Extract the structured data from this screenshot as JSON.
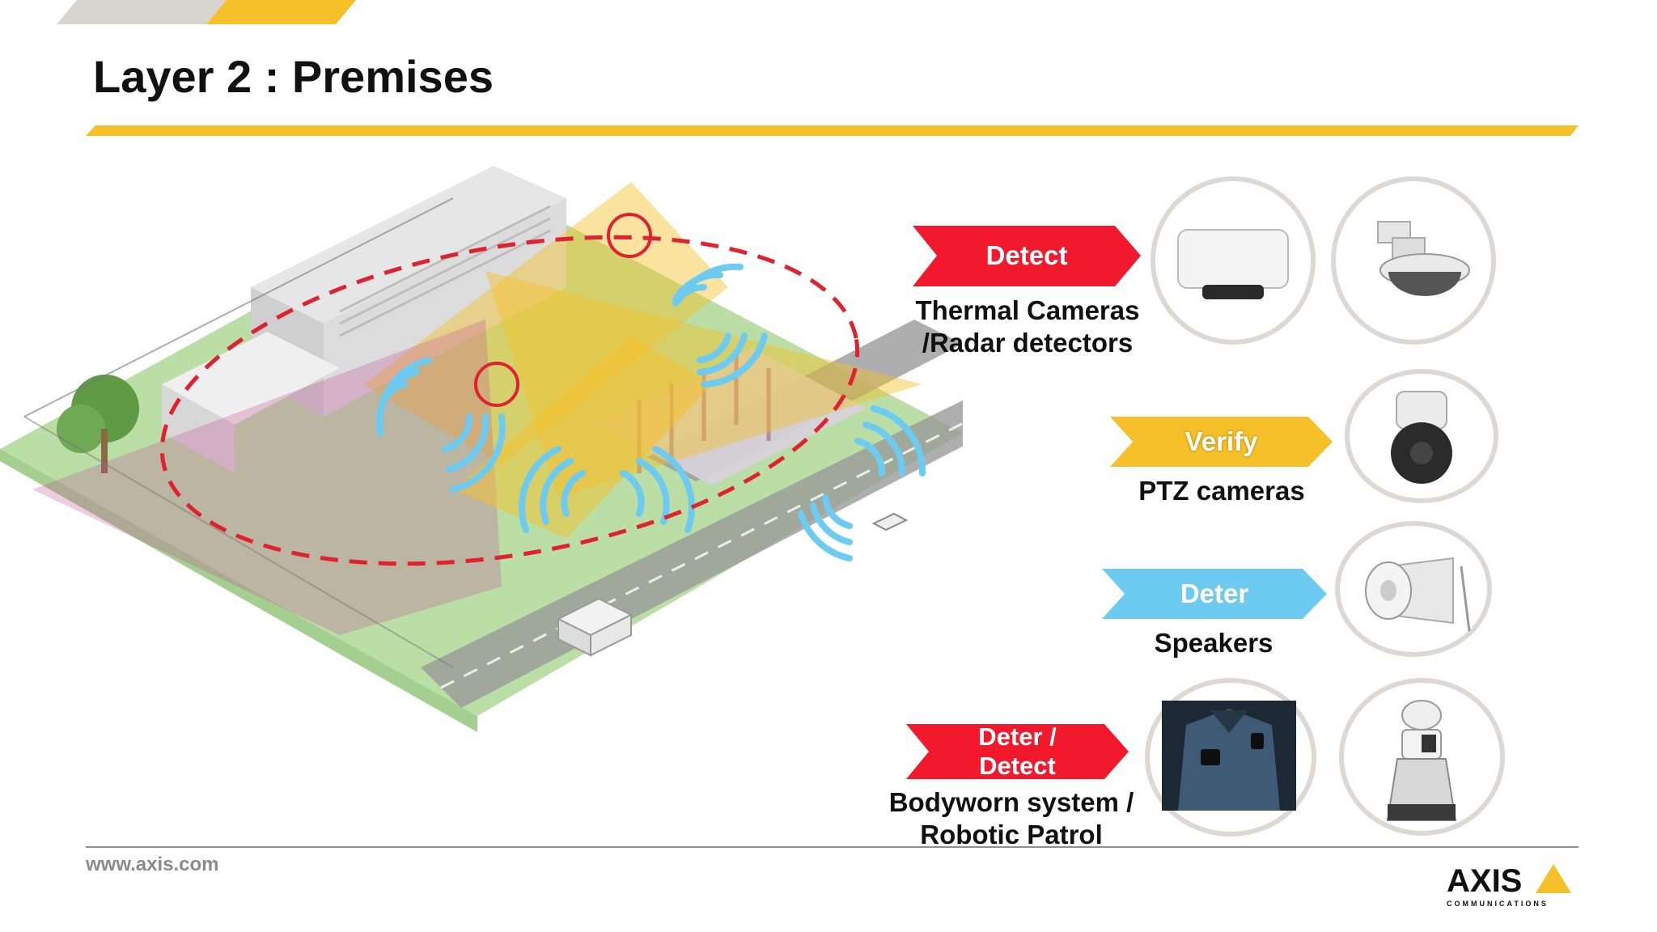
{
  "slide": {
    "title": "Layer 2 : Premises",
    "footer_url": "www.axis.com",
    "brand": {
      "wordmark": "AXIS",
      "sub": "COMMUNICATIONS"
    },
    "colors": {
      "accent_yellow": "#f5c02a",
      "red": "#f2192c",
      "blue": "#6dcbf2",
      "dash_red": "#e0212f"
    }
  },
  "rows": [
    {
      "tag": "Detect",
      "caption_line1": "Thermal Cameras",
      "caption_line2": "/Radar detectors",
      "tag_color": "#f2192c"
    },
    {
      "tag": "Verify",
      "caption_line1": "PTZ cameras",
      "tag_color": "#f5c02a"
    },
    {
      "tag": "Deter",
      "caption_line1": "Speakers",
      "tag_color": "#6dcbf2"
    },
    {
      "tag_line1": "Deter /",
      "tag_line2": "Detect",
      "caption_line1": "Bodyworn system /",
      "caption_line2": "Robotic Patrol",
      "tag_color": "#f2192c"
    }
  ],
  "devices": [
    {
      "name": "thermal-camera-icon"
    },
    {
      "name": "dome-camera-icon"
    },
    {
      "name": "ptz-camera-icon"
    },
    {
      "name": "horn-speaker-icon"
    },
    {
      "name": "bodyworn-camera-photo"
    },
    {
      "name": "patrol-robot-icon"
    }
  ]
}
